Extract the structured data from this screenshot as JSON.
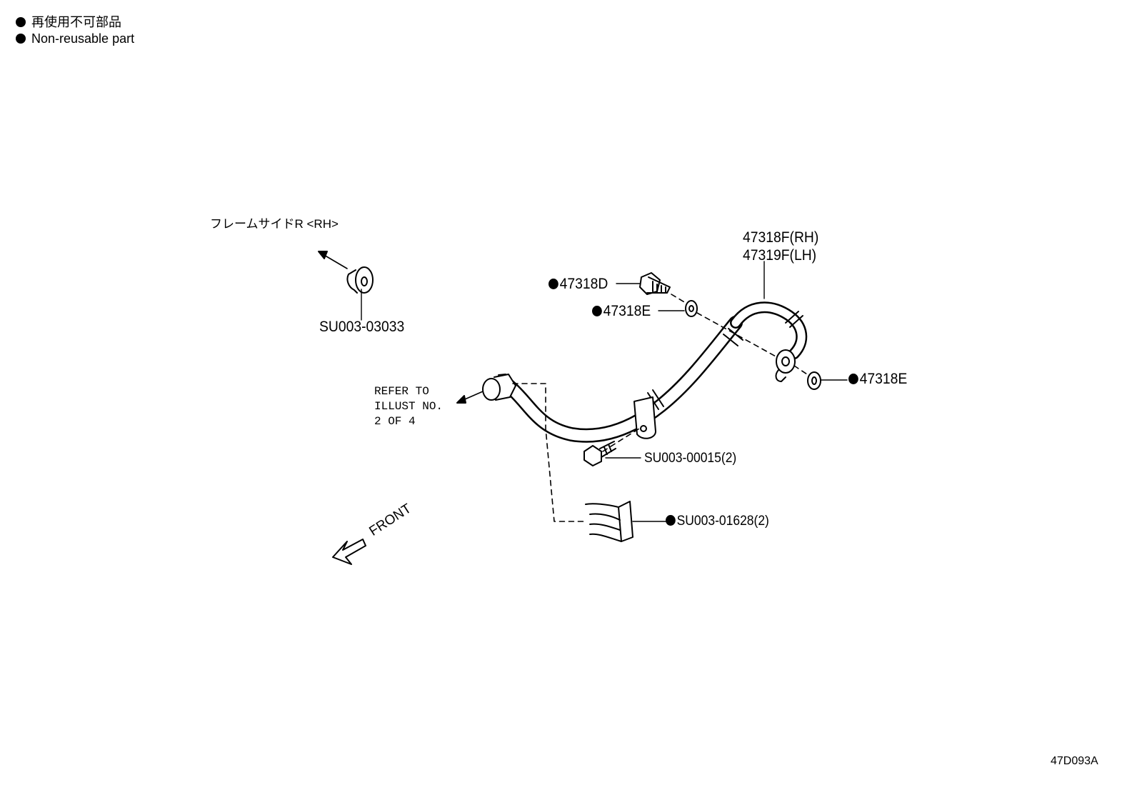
{
  "legend": {
    "line1": "再使用不可部品",
    "line2": "Non-reusable part"
  },
  "labels": {
    "frame_side": "フレームサイドR <RH>",
    "part_su003_03033": "SU003-03033",
    "part_47318f_rh": "47318F(RH)",
    "part_47319f_lh": "47319F(LH)",
    "part_47318d": "47318D",
    "part_47318e_upper": "47318E",
    "part_47318e_lower": "47318E",
    "refer_line1": "REFER TO",
    "refer_line2": "ILLUST NO.",
    "refer_line3": "2 OF 4",
    "part_su003_00015": "SU003-00015(2)",
    "part_su003_01628": "SU003-01628(2)",
    "front": "FRONT"
  },
  "diagram_code": "47D093A",
  "icons": {
    "non_reusable_marker": "filled-circle-icon",
    "front_direction": "front-arrow-icon"
  }
}
